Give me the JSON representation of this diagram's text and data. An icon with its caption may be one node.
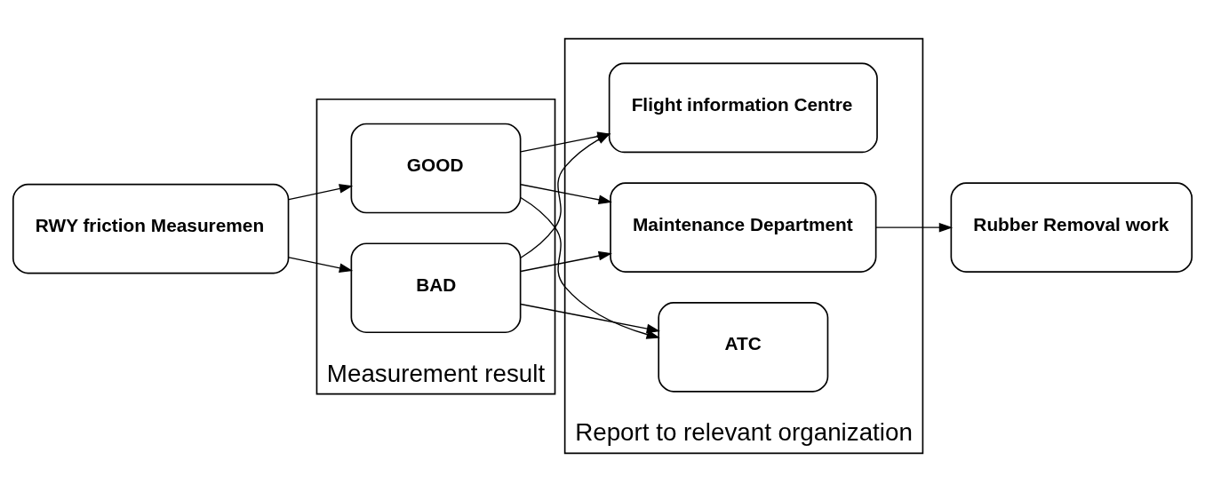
{
  "diagram": {
    "nodes": [
      {
        "text": [
          "RWY friction Measuremen"
        ]
      },
      {
        "text": [
          "Measurement result"
        ]
      },
      {
        "text": [
          "GOOD"
        ],
        "in": 1
      },
      {
        "text": [
          "BAD"
        ],
        "in": 1
      },
      {
        "text": [
          "Report to relevant organization"
        ]
      },
      {
        "text": [
          "ATC"
        ],
        "in": 4
      },
      {
        "text": [
          "Flight information Centre"
        ],
        "in": 4
      },
      {
        "text": [
          "Maintenance Department"
        ],
        "in": 4
      },
      {
        "text": [
          "Rubber Removal work"
        ]
      }
    ],
    "edges": [
      {
        "from": 0,
        "to": 2,
        "arrow": "to"
      },
      {
        "from": 0,
        "to": 3,
        "arrow": "to"
      },
      {
        "from": 2,
        "to": 5,
        "arrow": "to"
      },
      {
        "from": 2,
        "to": 6,
        "arrow": "to"
      },
      {
        "from": 2,
        "to": 7,
        "arrow": "to"
      },
      {
        "from": 3,
        "to": 5,
        "arrow": "to"
      },
      {
        "from": 3,
        "to": 6,
        "arrow": "to"
      },
      {
        "from": 3,
        "to": 7,
        "arrow": "to"
      },
      {
        "from": 7,
        "to": 8,
        "arrow": "to"
      }
    ]
  }
}
